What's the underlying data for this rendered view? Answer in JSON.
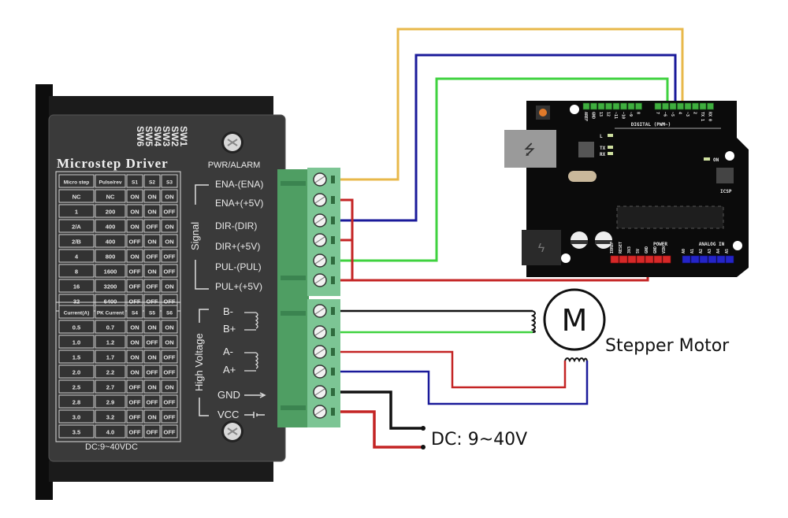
{
  "driver": {
    "title": "Microstep Driver",
    "switch_labels": [
      "SW6",
      "SW5",
      "SW4",
      "SW3",
      "SW2",
      "SW1"
    ],
    "pwr_label": "PWR/ALARM",
    "power_spec": "DC:9~40VDC",
    "signal_group_label": "Signal",
    "high_voltage_group_label": "High Voltage",
    "signal_terminals": [
      "ENA-(ENA)",
      "ENA+(+5V)",
      "DIR-(DIR)",
      "DIR+(+5V)",
      "PUL-(PUL)",
      "PUL+(+5V)"
    ],
    "power_terminals": [
      "B-",
      "B+",
      "A-",
      "A+",
      "GND",
      "VCC"
    ],
    "microstep_table": {
      "headers": [
        "Micro step",
        "Pulse/rev",
        "S1",
        "S2",
        "S3"
      ],
      "rows": [
        [
          "NC",
          "NC",
          "ON",
          "ON",
          "ON"
        ],
        [
          "1",
          "200",
          "ON",
          "ON",
          "OFF"
        ],
        [
          "2/A",
          "400",
          "ON",
          "OFF",
          "ON"
        ],
        [
          "2/B",
          "400",
          "OFF",
          "ON",
          "ON"
        ],
        [
          "4",
          "800",
          "ON",
          "OFF",
          "OFF"
        ],
        [
          "8",
          "1600",
          "OFF",
          "ON",
          "OFF"
        ],
        [
          "16",
          "3200",
          "OFF",
          "OFF",
          "ON"
        ],
        [
          "32",
          "6400",
          "OFF",
          "OFF",
          "OFF"
        ]
      ]
    },
    "current_table": {
      "headers": [
        "Current(A)",
        "PK Current",
        "S4",
        "S5",
        "S6"
      ],
      "rows": [
        [
          "0.5",
          "0.7",
          "ON",
          "ON",
          "ON"
        ],
        [
          "1.0",
          "1.2",
          "ON",
          "OFF",
          "ON"
        ],
        [
          "1.5",
          "1.7",
          "ON",
          "ON",
          "OFF"
        ],
        [
          "2.0",
          "2.2",
          "ON",
          "OFF",
          "OFF"
        ],
        [
          "2.5",
          "2.7",
          "OFF",
          "ON",
          "ON"
        ],
        [
          "2.8",
          "2.9",
          "OFF",
          "OFF",
          "OFF"
        ],
        [
          "3.0",
          "3.2",
          "OFF",
          "ON",
          "OFF"
        ],
        [
          "3.5",
          "4.0",
          "OFF",
          "OFF",
          "OFF"
        ]
      ]
    }
  },
  "arduino": {
    "digital_label": "DIGITAL (PWM~)",
    "digital_pins": [
      "AREF",
      "GND",
      "13",
      "12",
      "~11",
      "~10",
      "~9",
      "8",
      "7",
      "~6",
      "~5",
      "4",
      "~3",
      "2",
      "TX 1",
      "RX 0"
    ],
    "power_label": "POWER",
    "power_pins": [
      "IOREF",
      "RESET",
      "3V3",
      "5V",
      "GND",
      "GND",
      "VIN"
    ],
    "analog_label": "ANALOG IN",
    "analog_pins": [
      "A0",
      "A1",
      "A2",
      "A3",
      "A4",
      "A5"
    ],
    "led_labels": [
      "L",
      "TX",
      "RX"
    ],
    "on_label": "ON",
    "icsp_label": "ICSP"
  },
  "motor": {
    "symbol": "M",
    "label": "Stepper Motor"
  },
  "power_supply": {
    "label": "DC: 9~40V"
  },
  "wire_colors": {
    "yellow": "#e8b84a",
    "blue": "#1a1a9a",
    "green": "#3fd23f",
    "red": "#c42424",
    "black": "#111111"
  }
}
